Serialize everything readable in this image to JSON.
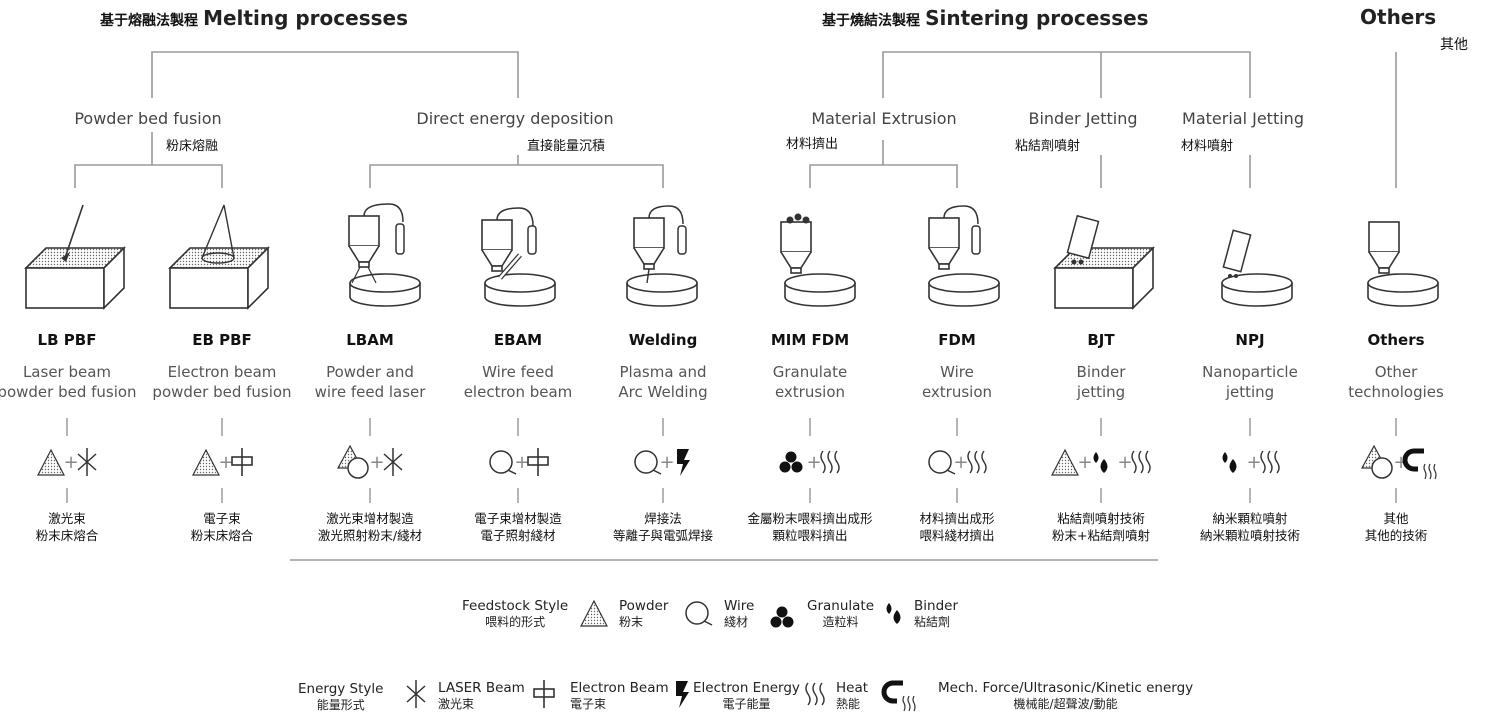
{
  "headers": {
    "melting": {
      "zh": "基于熔融法製程",
      "en": "Melting processes"
    },
    "sintering": {
      "zh": "基于燒結法製程",
      "en": "Sintering processes"
    },
    "others": {
      "en": "Others",
      "zh": "其他"
    }
  },
  "groups": {
    "pbf": {
      "en": "Powder bed fusion",
      "zh": "粉床熔融"
    },
    "ded": {
      "en": "Direct energy deposition",
      "zh": "直接能量沉積"
    },
    "mex": {
      "en": "Material Extrusion",
      "zh": "材料擠出"
    },
    "bj": {
      "en": "Binder Jetting",
      "zh": "粘結劑噴射"
    },
    "mj": {
      "en": "Material Jetting",
      "zh": "材料噴射"
    }
  },
  "processes": [
    {
      "code": "LB PBF",
      "line1": "Laser beam",
      "line2": "powder bed fusion",
      "zh1": "激光束",
      "zh2": "粉末床熔合",
      "feed": [
        "powder"
      ],
      "energy": [
        "laser"
      ]
    },
    {
      "code": "EB PBF",
      "line1": "Electron beam",
      "line2": "powder bed fusion",
      "zh1": "電子束",
      "zh2": "粉末床熔合",
      "feed": [
        "powder"
      ],
      "energy": [
        "electron"
      ]
    },
    {
      "code": "LBAM",
      "line1": "Powder and",
      "line2": "wire feed laser",
      "zh1": "激光束增材製造",
      "zh2": "激光照射粉末/綫材",
      "feed": [
        "powder+wire"
      ],
      "energy": [
        "laser"
      ]
    },
    {
      "code": "EBAM",
      "line1": "Wire feed",
      "line2": "electron beam",
      "zh1": "電子束增材製造",
      "zh2": "電子照射綫材",
      "feed": [
        "wire"
      ],
      "energy": [
        "electron"
      ]
    },
    {
      "code": "Welding",
      "line1": "Plasma and",
      "line2": "Arc Welding",
      "zh1": "焊接法",
      "zh2": "等離子與電弧焊接",
      "feed": [
        "wire"
      ],
      "energy": [
        "electron-energy"
      ]
    },
    {
      "code": "MIM FDM",
      "line1": "Granulate",
      "line2": "extrusion",
      "zh1": "金屬粉末喂料擠出成形",
      "zh2": "顆粒喂料擠出",
      "feed": [
        "granulate"
      ],
      "energy": [
        "heat"
      ]
    },
    {
      "code": "FDM",
      "line1": "Wire",
      "line2": "extrusion",
      "zh1": "材料擠出成形",
      "zh2": "喂料綫材擠出",
      "feed": [
        "wire"
      ],
      "energy": [
        "heat"
      ]
    },
    {
      "code": "BJT",
      "line1": "Binder",
      "line2": "jetting",
      "zh1": "粘結劑噴射技術",
      "zh2": "粉末+粘結劑噴射",
      "feed": [
        "powder",
        "binder"
      ],
      "energy": [
        "heat"
      ]
    },
    {
      "code": "NPJ",
      "line1": "Nanoparticle",
      "line2": "jetting",
      "zh1": "納米顆粒噴射",
      "zh2": "納米顆粒噴射技術",
      "feed": [
        "binder"
      ],
      "energy": [
        "heat"
      ]
    },
    {
      "code": "Others",
      "line1": "Other",
      "line2": "technologies",
      "zh1": "其他",
      "zh2": "其他的技術",
      "feed": [
        "powder+wire"
      ],
      "energy": [
        "mech"
      ]
    }
  ],
  "legend": {
    "feedstock": {
      "title_en": "Feedstock Style",
      "title_zh": "喂料的形式",
      "items": [
        {
          "icon": "powder-icon",
          "en": "Powder",
          "zh": "粉末"
        },
        {
          "icon": "wire-icon",
          "en": "Wire",
          "zh": "綫材"
        },
        {
          "icon": "granulate-icon",
          "en": "Granulate",
          "zh": "造粒料"
        },
        {
          "icon": "binder-icon",
          "en": "Binder",
          "zh": "粘結劑"
        }
      ]
    },
    "energy": {
      "title_en": "Energy Style",
      "title_zh": "能量形式",
      "items": [
        {
          "icon": "laser-beam-icon",
          "en": "LASER Beam",
          "zh": "激光束"
        },
        {
          "icon": "electron-beam-icon",
          "en": "Electron Beam",
          "zh": "電子束"
        },
        {
          "icon": "electron-energy-icon",
          "en": "Electron Energy",
          "zh": "電子能量"
        },
        {
          "icon": "heat-icon",
          "en": "Heat",
          "zh": "熱能"
        },
        {
          "icon": "mech-force-icon",
          "en": "Mech. Force/Ultrasonic/Kinetic energy",
          "zh": "機械能/超聲波/動能"
        }
      ]
    }
  },
  "colors": {
    "line": "#9a9a9a",
    "stroke": "#333333",
    "fill_dots": "#bdbdbd",
    "black": "#111111"
  }
}
